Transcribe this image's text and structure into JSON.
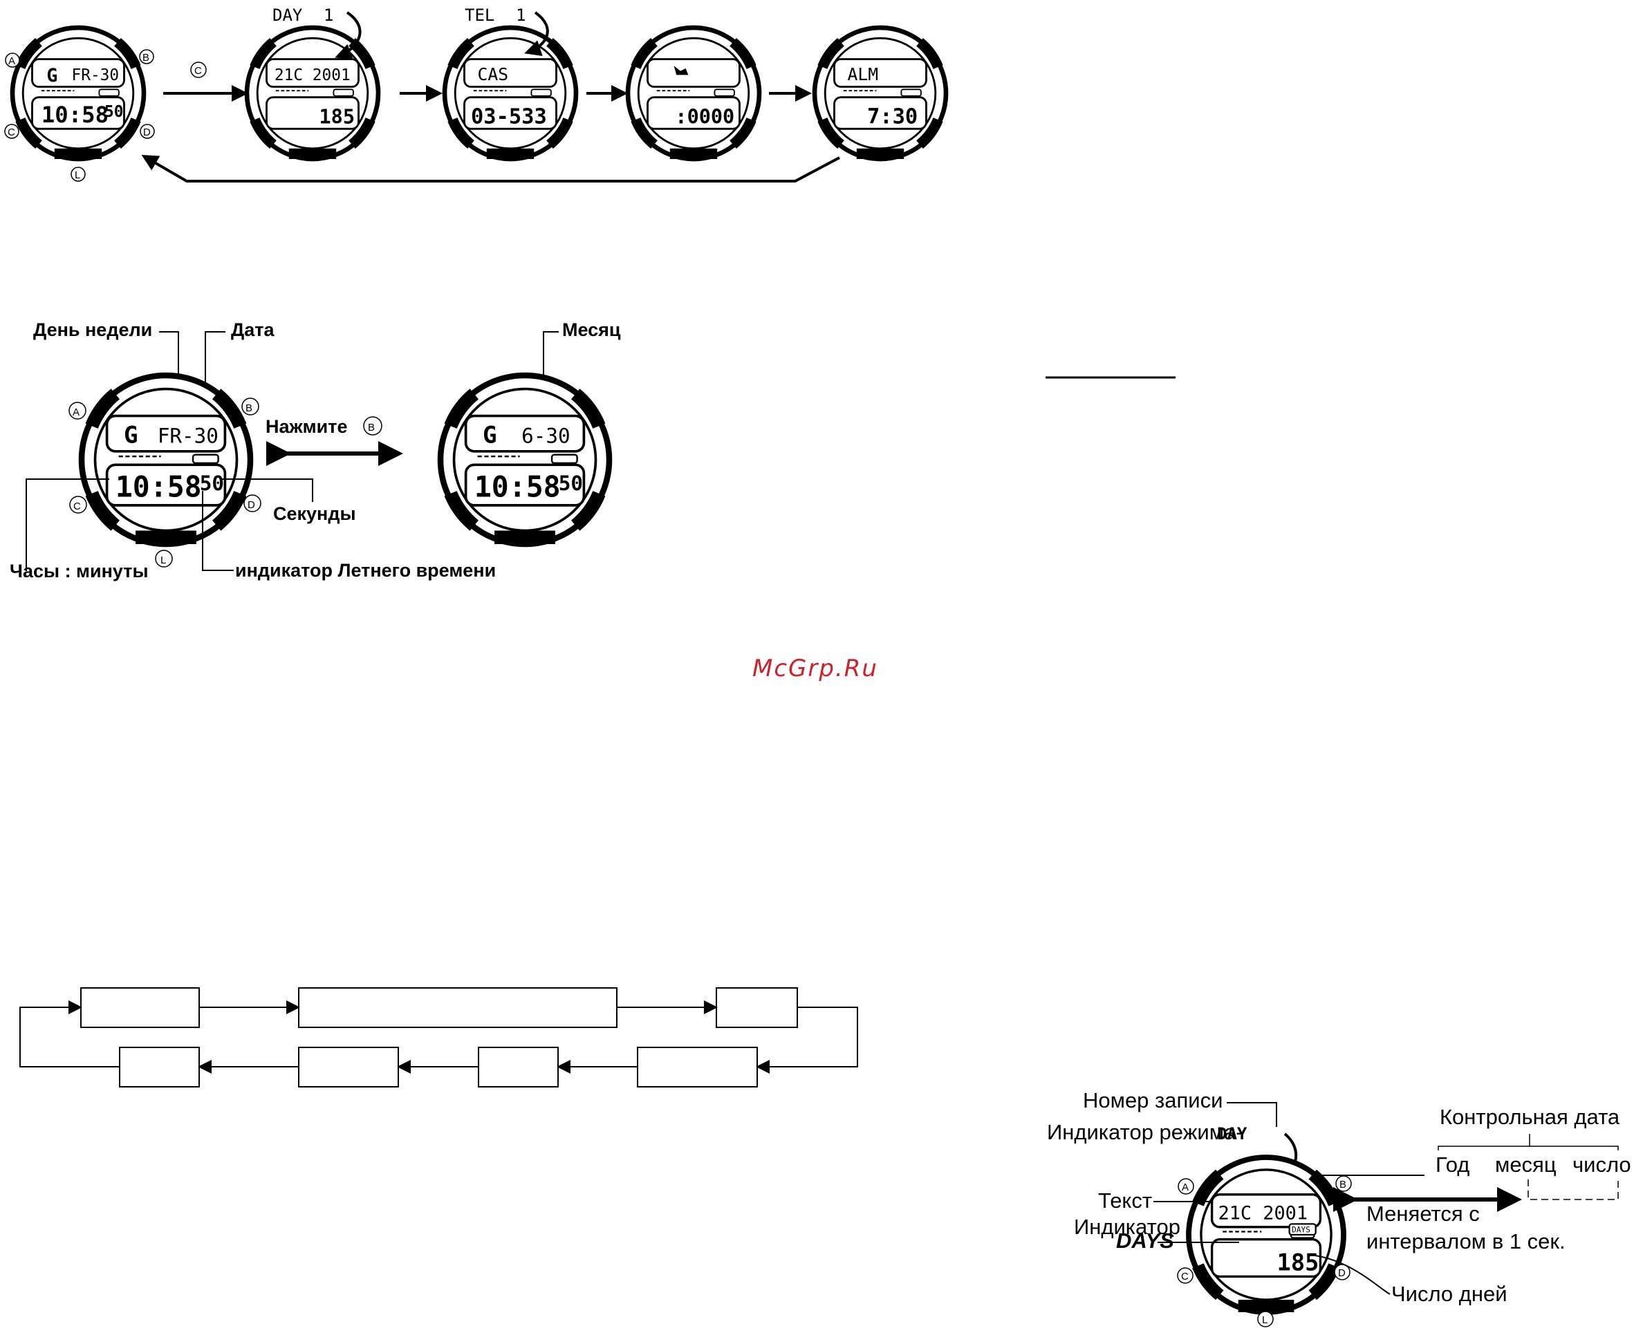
{
  "top_sequence": {
    "screen_labels": [
      "DAY",
      "TEL"
    ],
    "button_c": "C",
    "watches": [
      {
        "top": "FR-30",
        "logo": "G",
        "bottom": "10:58",
        "sec": "50"
      },
      {
        "top": "21C 2001",
        "bottom": "185"
      },
      {
        "top": "CAS",
        "bottom": "03-533"
      },
      {
        "top": "",
        "bottom": ":0000"
      },
      {
        "top": "ALM",
        "bottom": "7:30"
      }
    ]
  },
  "time_diagram": {
    "labels": {
      "weekday": "День недели",
      "date": "Дата",
      "month": "Месяц",
      "press": "Нажмите",
      "press_button": "B",
      "seconds": "Секунды",
      "hours_minutes": "Часы : минуты",
      "dst_indicator": "индикатор Летнего времени"
    },
    "watch_left": {
      "logo": "G",
      "top": "FR-30",
      "time": "10:58",
      "sec": "50"
    },
    "watch_right": {
      "logo": "G",
      "top": "6-30",
      "time": "10:58",
      "sec": "50"
    }
  },
  "buttons": {
    "a": "A",
    "b": "B",
    "c": "C",
    "d": "D",
    "l": "L"
  },
  "watermark": "McGrp.Ru",
  "day_diagram": {
    "labels": {
      "record_number": "Номер записи",
      "mode_indicator": "Индикатор режима-",
      "mode_code": "DAY",
      "text": "Текст",
      "indicator": "Индикатор",
      "days": "DAYS",
      "control_date": "Контрольная дата",
      "year": "Год",
      "month": "месяц",
      "day": "число",
      "changes_1": "Меняется с",
      "changes_2": "интервалом в 1 сек.",
      "days_count": "Число дней"
    },
    "watch": {
      "top": "21C 2001",
      "bottom": "185",
      "badge": "DAYS"
    }
  }
}
